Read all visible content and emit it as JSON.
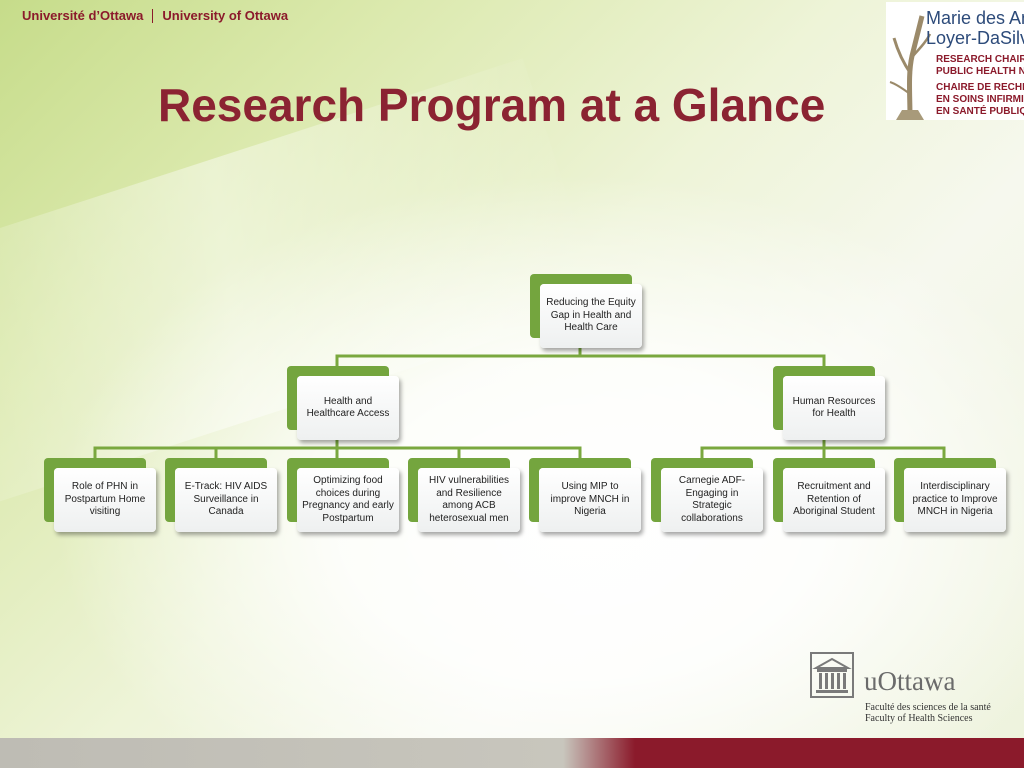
{
  "header": {
    "uni_fr": "Université d’Ottawa",
    "uni_en": "University of Ottawa"
  },
  "title": "Research Program at a Glance",
  "chair_logo": {
    "name_line1": "Marie des Anc",
    "name_line2": "Loyer-DaSilv",
    "lines": [
      "RESEARCH CHAIR",
      "PUBLIC HEALTH NURSI",
      "CHAIRE DE RECHERCI",
      "EN SOINS INFIRMIE",
      "EN SANTÉ PUBLIQU"
    ]
  },
  "org_chart": {
    "root": "Reducing the Equity Gap in Health and Health Care",
    "branches": [
      {
        "label": "Health and Healthcare  Access",
        "children": [
          "Role of PHN in Postpartum Home visiting",
          "E-Track: HIV AIDS Surveillance in Canada",
          "Optimizing food choices during Pregnancy and early Postpartum",
          "HIV vulnerabilities and  Resilience among ACB heterosexual  men",
          "Using MIP to improve MNCH in Nigeria"
        ]
      },
      {
        "label": "Human Resources for Health",
        "children": [
          "Carnegie ADF- Engaging in Strategic collaborations",
          "Recruitment and Retention of Aboriginal Student",
          "Interdisciplinary practice to Improve MNCH in Nigeria"
        ]
      }
    ]
  },
  "footer_logo": {
    "brand_prefix": "u",
    "brand_name": "Ottawa",
    "faculty_fr": "Faculté des sciences de la santé",
    "faculty_en": "Faculty of Health Sciences"
  },
  "colors": {
    "title": "#8b2332",
    "node_accent": "#74a53e",
    "connector": "#7aa83f",
    "footer_accent": "#8b1a2b"
  }
}
